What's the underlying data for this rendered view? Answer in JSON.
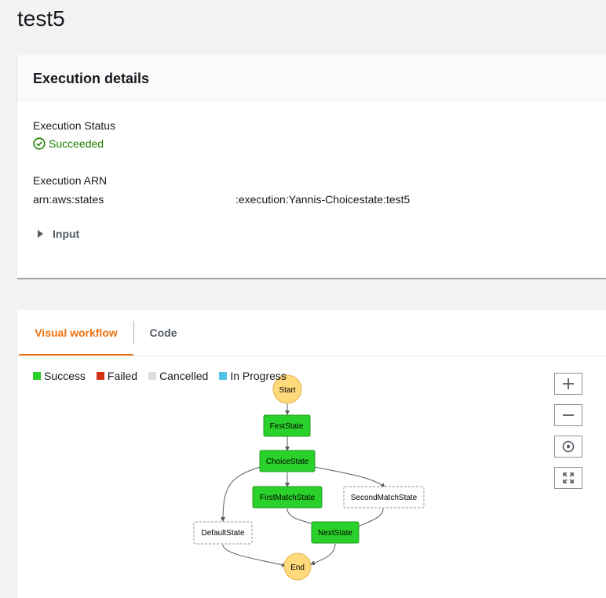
{
  "page": {
    "title": "test5"
  },
  "details": {
    "header": "Execution details",
    "status_label": "Execution Status",
    "status_value": "Succeeded",
    "status_color": "#1d8102",
    "arn_label": "Execution ARN",
    "arn_prefix": "arn:aws:states",
    "arn_suffix": ":execution:Yannis-Choicestate:test5",
    "input_label": "Input"
  },
  "workflow": {
    "tabs": [
      {
        "label": "Visual workflow",
        "active": true
      },
      {
        "label": "Code",
        "active": false
      }
    ],
    "legend": [
      {
        "label": "Success",
        "color": "#2ad12a"
      },
      {
        "label": "Failed",
        "color": "#d13212"
      },
      {
        "label": "Cancelled",
        "color": "#dddddd"
      },
      {
        "label": "In Progress",
        "color": "#4fc3e4"
      }
    ],
    "zoom_controls": [
      "zoom-in-icon",
      "zoom-out-icon",
      "center-icon",
      "fit-to-screen-icon"
    ],
    "nodes": {
      "start": "Start",
      "first": "FirstState",
      "choice": "ChoiceState",
      "first_match": "FirstMatchState",
      "second_match": "SecondMatchState",
      "default": "DefaultState",
      "next": "NextState",
      "end": "End"
    }
  }
}
